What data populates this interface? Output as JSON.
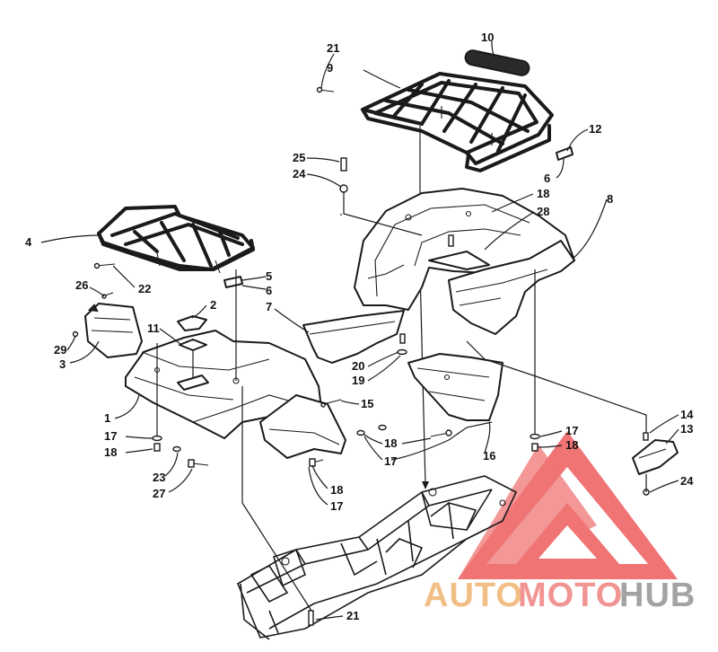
{
  "diagram": {
    "callouts": [
      "1",
      "2",
      "3",
      "4",
      "5",
      "6",
      "7",
      "8",
      "9",
      "10",
      "11",
      "12",
      "13",
      "14",
      "15",
      "16",
      "17",
      "18",
      "19",
      "20",
      "21",
      "22",
      "23",
      "24",
      "25",
      "26",
      "27",
      "28",
      "29"
    ],
    "labels": {
      "c1": "1",
      "c2": "2",
      "c3": "3",
      "c4": "4",
      "c5": "5",
      "c6a": "6",
      "c6b": "6",
      "c7": "7",
      "c8": "8",
      "c9": "9",
      "c10": "10",
      "c11": "11",
      "c12": "12",
      "c13": "13",
      "c14": "14",
      "c15": "15",
      "c16": "16",
      "c17a": "17",
      "c17b": "17",
      "c17c": "17",
      "c17d": "17",
      "c18a": "18",
      "c18b": "18",
      "c18c": "18",
      "c18d": "18",
      "c18e": "18",
      "c19": "19",
      "c20": "20",
      "c21a": "21",
      "c21b": "21",
      "c22": "22",
      "c23": "23",
      "c24a": "24",
      "c24b": "24",
      "c25": "25",
      "c26": "26",
      "c27": "27",
      "c28": "28",
      "c29": "29"
    }
  },
  "watermark": {
    "part1": "AUTO",
    "part2": "MOTO",
    "part3": "HUB",
    "colors": {
      "auto": "#f0b97a",
      "moto": "#f08a88",
      "hub": "#9a9a9a",
      "logo": "#ee5c5c"
    }
  }
}
